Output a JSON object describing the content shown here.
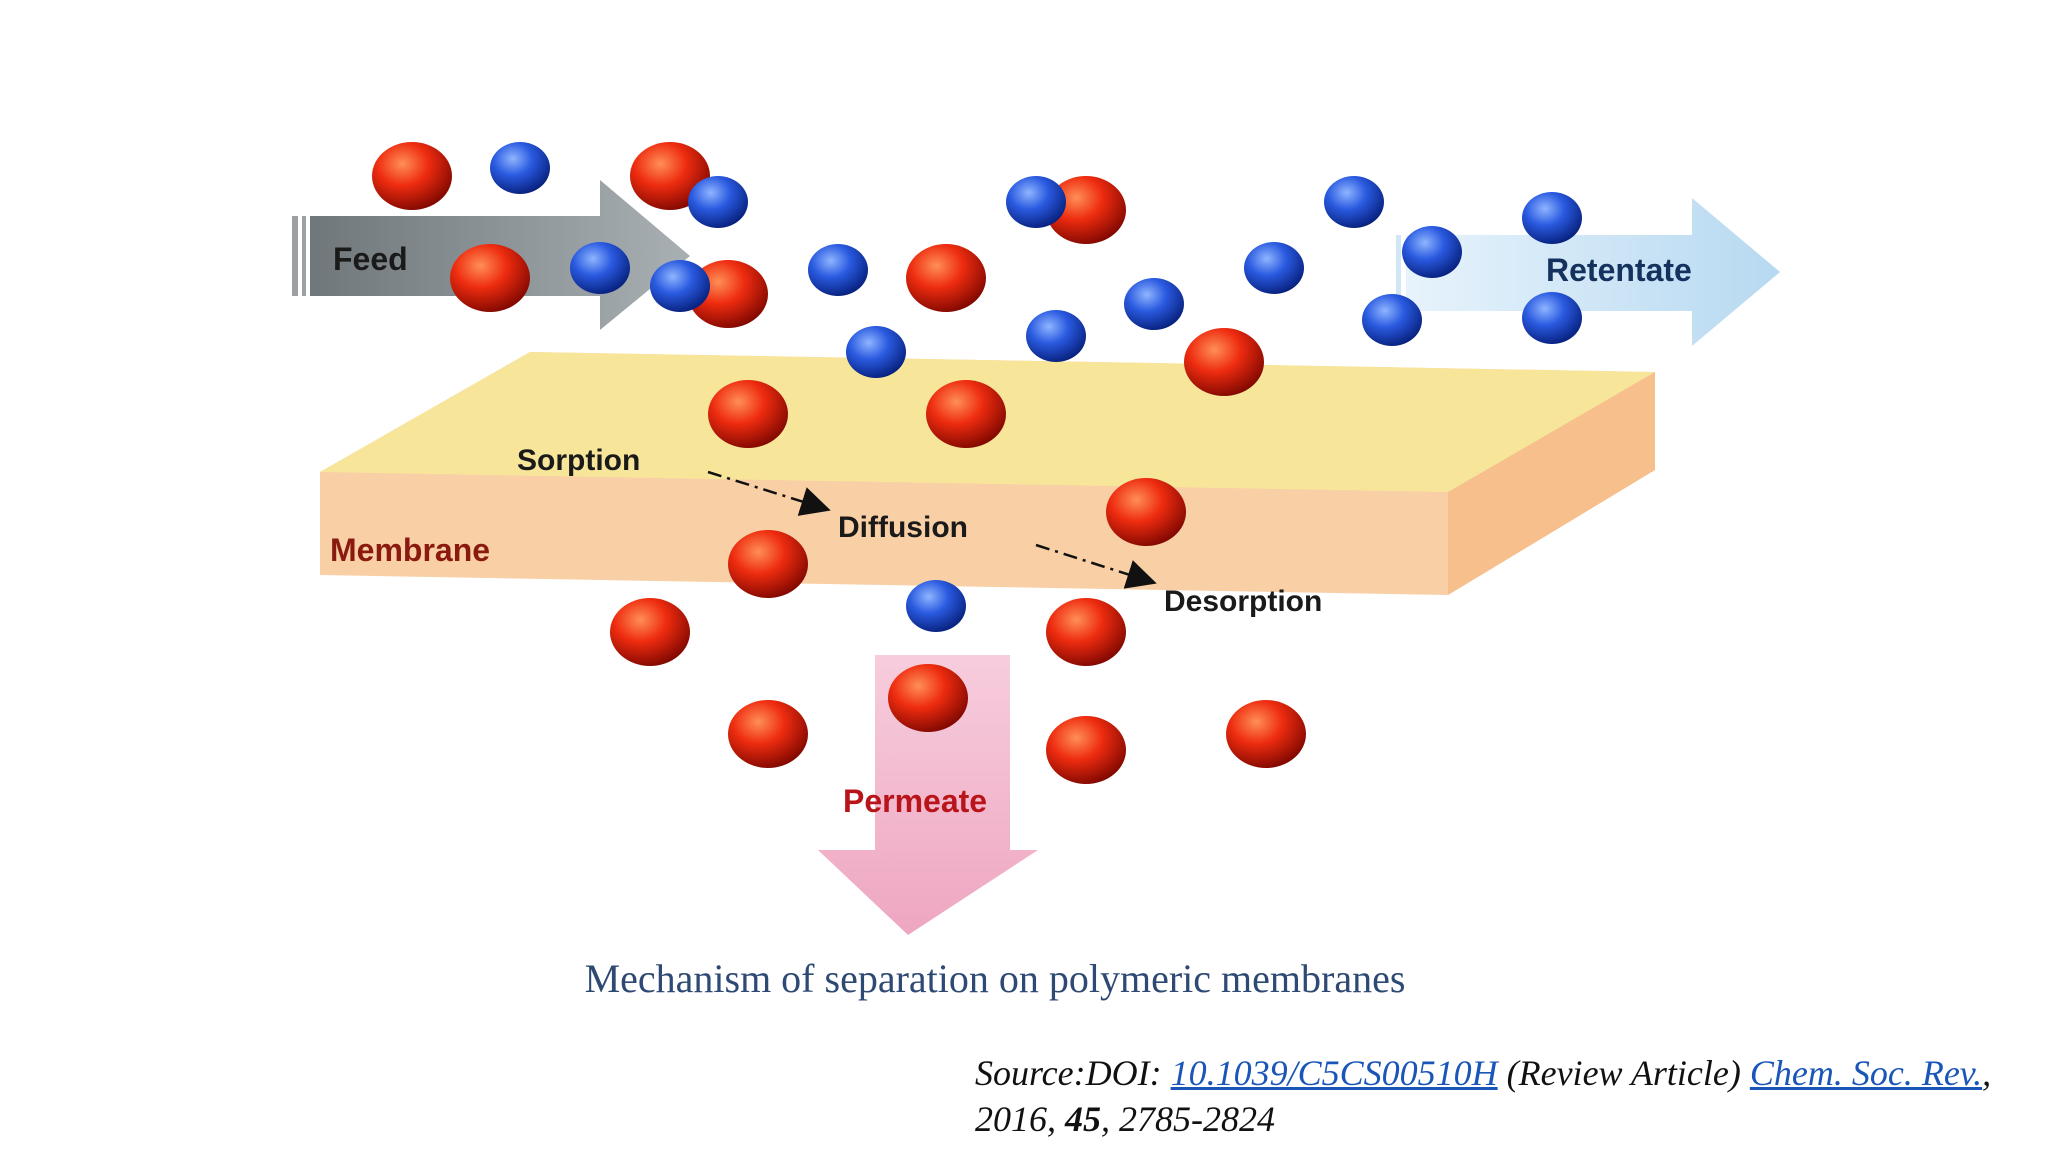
{
  "diagram": {
    "labels": {
      "feed": "Feed",
      "retentate": "Retentate",
      "membrane": "Membrane",
      "sorption": "Sorption",
      "diffusion": "Diffusion",
      "desorption": "Desorption",
      "permeate": "Permeate"
    },
    "colors": {
      "feed_arrow": "#8f979a",
      "retentate_arrow": "#c6e2f6",
      "permeate_arrow": "#f2b4cc",
      "membrane_top": "#f7e59a",
      "membrane_side": "#f9cfa6",
      "membrane_label": "#8a1a10",
      "permeate_label": "#b8141a",
      "retentate_label": "#15325e",
      "large_molecule": "#e3200d",
      "small_molecule": "#1f4fd6"
    }
  },
  "caption": "Mechanism of separation on polymeric membranes",
  "source": {
    "prefix": "Source:DOI: ",
    "doi_link": "10.1039/C5CS00510H",
    "middle": " (Review Article) ",
    "journal_link": "Chem. Soc. Rev.",
    "year_text": ", 2016, ",
    "volume": "45",
    "pages_text": ", 2785-2824"
  }
}
